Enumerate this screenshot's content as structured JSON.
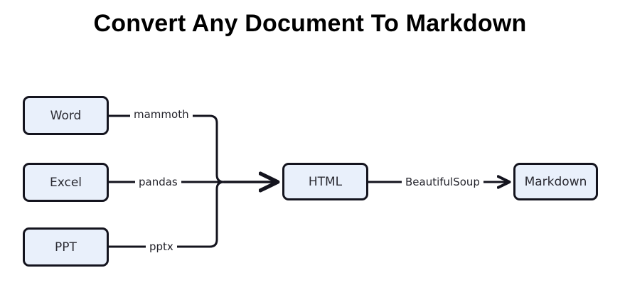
{
  "title": "Convert Any Document To Markdown",
  "diagram": {
    "type": "flowchart",
    "direction": "left-to-right",
    "nodes": [
      {
        "id": "word",
        "label": "Word"
      },
      {
        "id": "excel",
        "label": "Excel"
      },
      {
        "id": "ppt",
        "label": "PPT"
      },
      {
        "id": "html",
        "label": "HTML"
      },
      {
        "id": "markdown",
        "label": "Markdown"
      }
    ],
    "edges": [
      {
        "from": "word",
        "to": "html",
        "label": "mammoth"
      },
      {
        "from": "excel",
        "to": "html",
        "label": "pandas"
      },
      {
        "from": "ppt",
        "to": "html",
        "label": "pptx"
      },
      {
        "from": "html",
        "to": "markdown",
        "label": "BeautifulSoup"
      }
    ],
    "colors": {
      "node_fill": "#e9f0fb",
      "node_border": "#14141e",
      "edge_stroke": "#14141e",
      "node_text": "#2b2b33",
      "label_text": "#24242c",
      "background": "#ffffff",
      "title_text": "#000000"
    }
  }
}
